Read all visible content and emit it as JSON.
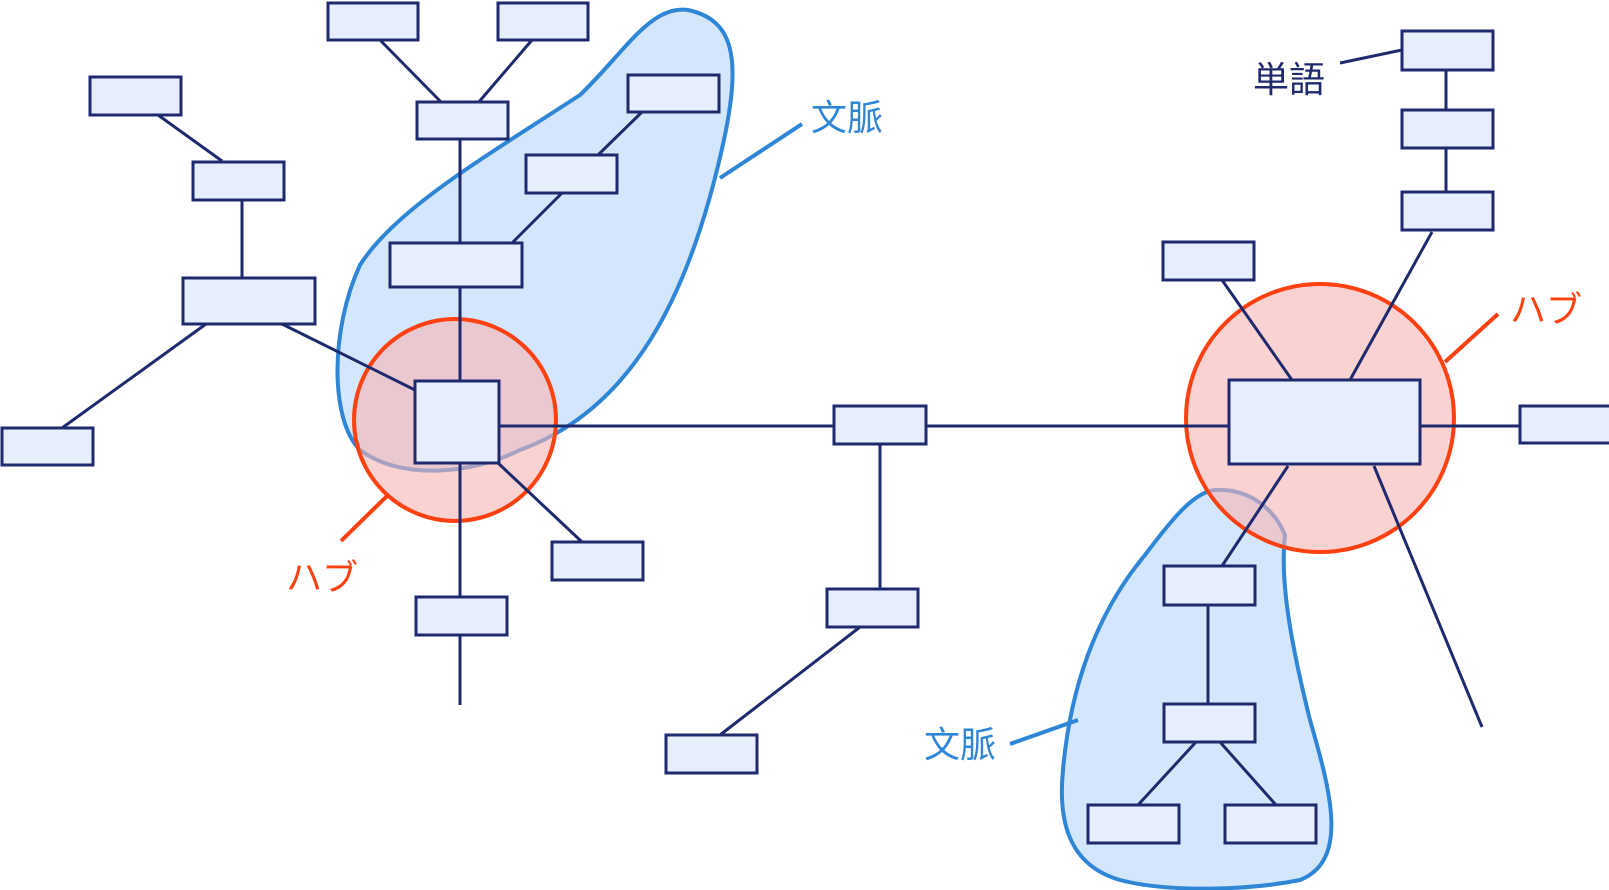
{
  "colors": {
    "line": "#1f2a6e",
    "node_fill": "#e6edfc",
    "context_fill": "#cfe3fb",
    "context_stroke": "#2f86d6",
    "hub_fill": "#f8b4b4",
    "hub_stroke": "#ff4010",
    "label_word": "#1f2a6e",
    "label_context": "#2f86d6",
    "label_hub": "#ff4010"
  },
  "labels": {
    "context_top": "文脈",
    "context_bottom": "文脈",
    "hub_left": "ハブ",
    "hub_right": "ハブ",
    "word": "単語"
  }
}
